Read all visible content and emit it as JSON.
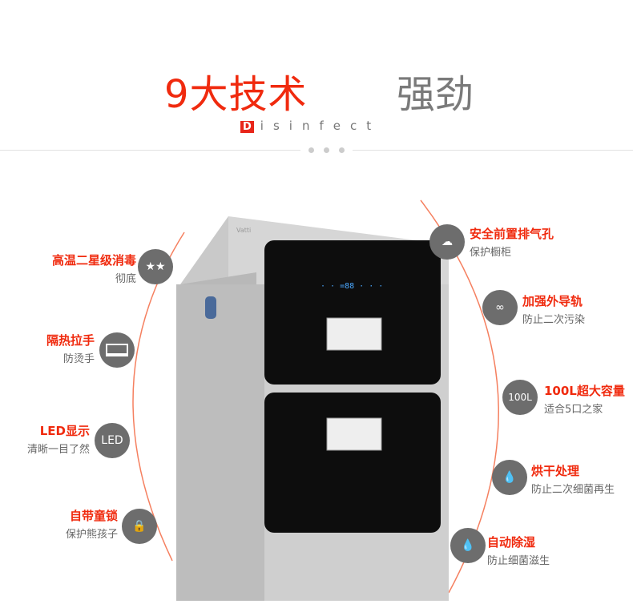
{
  "header": {
    "title_red": "9大技术",
    "title_gray": "强劲",
    "subtitle_initial": "D",
    "subtitle_rest": "isinfect"
  },
  "brand_colors": {
    "accent": "#f02a0e",
    "icon_bg": "#6d6d6d"
  },
  "product": {
    "brand_mark": "Vatti"
  },
  "features_left": [
    {
      "title": "高温二星级消毒",
      "desc": "彻底",
      "icon": "stars-icon",
      "glyph": "★★"
    },
    {
      "title": "隔热拉手",
      "desc": "防烫手",
      "icon": "handle-icon",
      "glyph": ""
    },
    {
      "title": "LED显示",
      "desc": "清晰一目了然",
      "icon": "led-icon",
      "glyph": "LED"
    },
    {
      "title": "自带童锁",
      "desc": "保护熊孩子",
      "icon": "lock-icon",
      "glyph": "🔒"
    }
  ],
  "features_right": [
    {
      "title": "安全前置排气孔",
      "desc": "保护橱柜",
      "icon": "vent-cloud-icon",
      "glyph": "☁"
    },
    {
      "title": "加强外导轨",
      "desc": "防止二次污染",
      "icon": "rail-loop-icon",
      "glyph": "∞"
    },
    {
      "title": "100L超大容量",
      "desc": "适合5口之家",
      "icon": "capacity-icon",
      "glyph": "100L"
    },
    {
      "title": "烘干处理",
      "desc": "防止二次细菌再生",
      "icon": "water-drop-icon",
      "glyph": "💧"
    },
    {
      "title": "自动除湿",
      "desc": "防止细菌滋生",
      "icon": "humidity-drop-icon",
      "glyph": "💧"
    }
  ]
}
